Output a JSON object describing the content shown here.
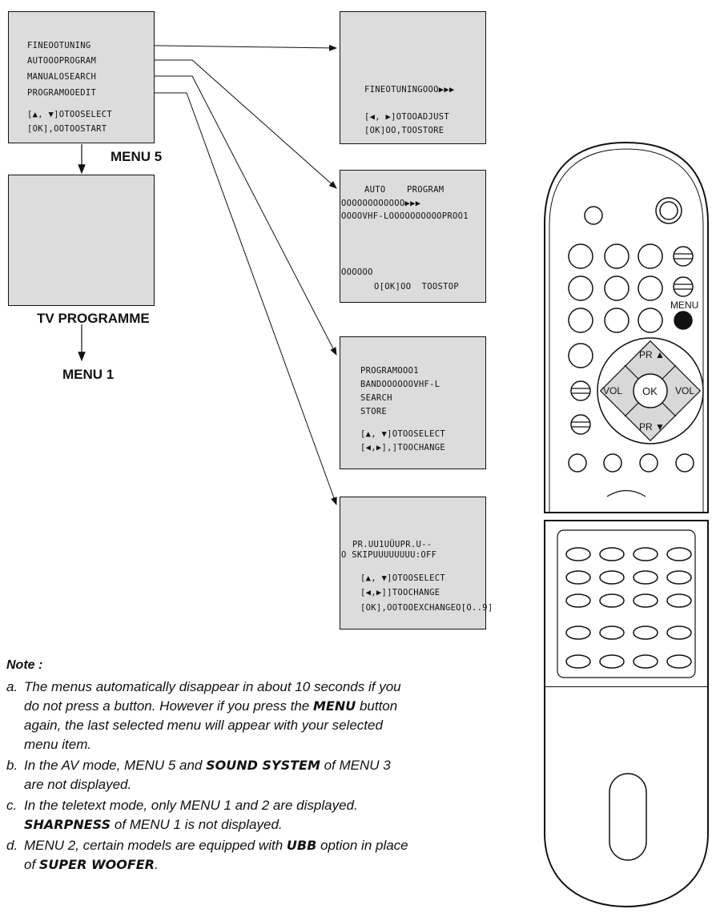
{
  "menu5_screen": {
    "items": [
      "FINEOOTUNING",
      "AUTOOOPROGRAM",
      "MANUALOSEARCH",
      "PROGRAMOOEDIT"
    ],
    "hint_select": "[▲, ▼]OTOOSELECT",
    "hint_start": "[OK],OOTOOSTART"
  },
  "menu5_label": "MENU 5",
  "tv_programme_label": "TV PROGRAMME",
  "menu1_label": "MENU 1",
  "fine_tuning_screen": {
    "line1": "FINEOTUNINGOOO▶▶▶",
    "line2": "[◀, ▶]OTOOADJUST",
    "line3": "[OK]OO,TOOSTORE"
  },
  "auto_program_screen": {
    "title": "AUTO    PROGRAM",
    "line1": "OOOOOOOOOOOO▶▶▶",
    "line2": "OOOOVHF-LOOOOOOOOOOPROO1",
    "line3": "OOOOOO",
    "line4": "O[OK]OO  TOOSTOP"
  },
  "manual_search_screen": {
    "line1": "PROGRAMOOO1",
    "line2": "BANDOOOOOOVHF-L",
    "line3": "SEARCH",
    "line4": "STORE",
    "line5": "[▲, ▼]OTOOSELECT",
    "line6": "[◀,▶],]TOOCHANGE"
  },
  "program_edit_screen": {
    "line1": "PR.UU1UÛUPR.U--",
    "line2": "O SKIPUUUUUUUU:OFF",
    "line3": "[▲, ▼]OTOOSELECT",
    "line4": "[◀,▶]]TOOCHANGE",
    "line5": "[OK],OOTOOEXCHANGEO[O..9]"
  },
  "note": {
    "title": "Note :",
    "a_letter": "a.",
    "a_p1": "The menus automatically disappear in about 10 seconds if you",
    "a_p2": "do not press a button. However if you press the ",
    "a_b1": "MENU",
    "a_p3": " button",
    "a_p4": "again, the last selected menu will appear with your selected",
    "a_p5": "menu item.",
    "b_letter": "b.",
    "b_p1": "In the AV mode, MENU 5 and ",
    "b_b1": "SOUND SYSTEM",
    "b_p2": " of MENU 3",
    "b_p3": "are not displayed.",
    "c_letter": "c.",
    "c_p1": "In the teletext mode, only MENU 1 and 2 are  displayed.",
    "c_b1": "SHARPNESS",
    "c_p2": " of MENU 1 is not displayed.",
    "d_letter": "d.",
    "d_p1": "MENU 2, certain models are equipped with ",
    "d_b1": "UBB",
    "d_p2": " option in place",
    "d_p3": "of ",
    "d_b2": "SUPER WOOFER",
    "d_p4": "."
  },
  "remote": {
    "menu_label": "MENU",
    "pr_up": "PR ▲",
    "pr_down": "PR ▼",
    "vol_left": "VOL",
    "vol_right": "VOL",
    "ok": "OK"
  }
}
